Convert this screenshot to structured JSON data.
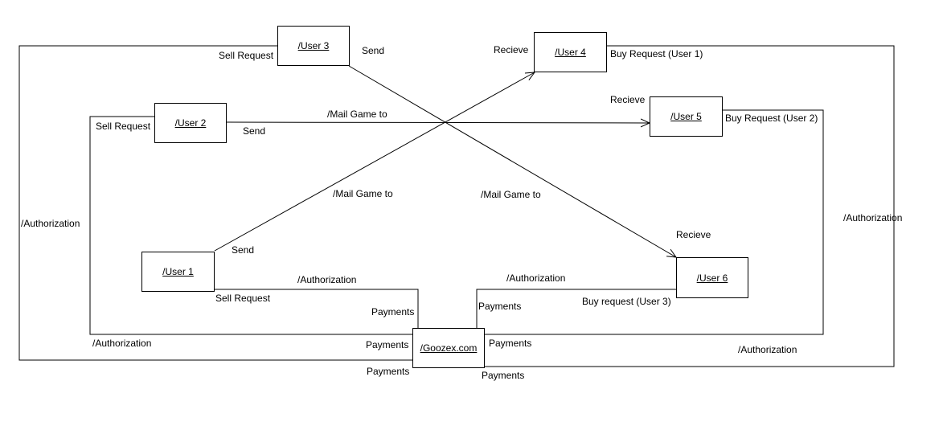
{
  "nodes": {
    "user1": "/User 1",
    "user2": "/User 2",
    "user3": "/User 3",
    "user4": "/User 4",
    "user5": "/User 5",
    "user6": "/User 6",
    "goozex": "/Goozex.com"
  },
  "labels": {
    "sell_request": "Sell Request",
    "send": "Send",
    "recieve": "Recieve",
    "mail_game_to": "/Mail Game to",
    "buy_request_user1": "Buy Request (User 1)",
    "buy_request_user2": "Buy Request (User 2)",
    "buy_request_user3": "Buy request (User 3)",
    "authorization": "/Authorization",
    "payments": "Payments"
  },
  "colors": {
    "line": "#000000",
    "background": "#ffffff"
  }
}
